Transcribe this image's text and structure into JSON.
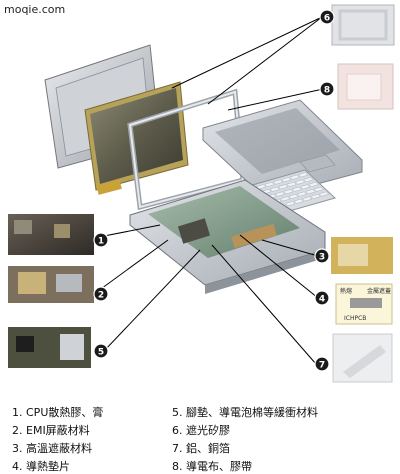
{
  "watermark": "moqie.com",
  "callouts": [
    "1",
    "2",
    "3",
    "4",
    "5",
    "6",
    "7",
    "8"
  ],
  "inset_text": {
    "line1": "熱熔",
    "line2": "金屬遮蓋",
    "line3": "ICHPCB"
  },
  "legend": [
    {
      "num": "1.",
      "text": "CPU散熱膠、膏"
    },
    {
      "num": "2.",
      "text": "EMI屏蔽材料"
    },
    {
      "num": "3.",
      "text": "高溫遮蔽材料"
    },
    {
      "num": "4.",
      "text": "導熱墊片"
    },
    {
      "num": "5.",
      "text": "腳墊、導電泡棉等緩衝材料"
    },
    {
      "num": "6.",
      "text": "遮光矽膠"
    },
    {
      "num": "7.",
      "text": "鋁、銅箔"
    },
    {
      "num": "8.",
      "text": "導電布、膠帶"
    }
  ],
  "colors": {
    "callout_fill": "#1a1a1a",
    "callout_text": "#ffffff",
    "line": "#000000",
    "chassis": "#c9cdd3",
    "keyboard": "#d7dbe2",
    "lcd_panel": "#6e6d58"
  }
}
